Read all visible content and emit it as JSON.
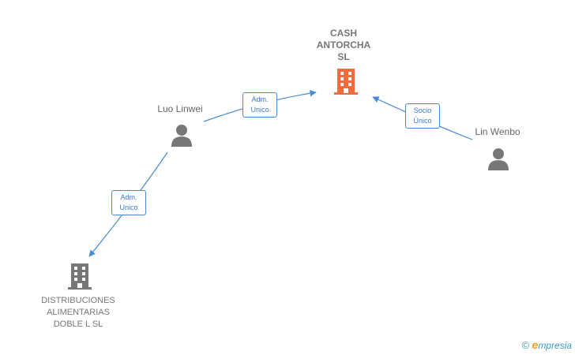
{
  "nodes": {
    "cash": {
      "label": "CASH\nANTORCHA\nSL",
      "type": "company",
      "color": "#f26b3a"
    },
    "luo": {
      "label": "Luo Linwei",
      "type": "person",
      "color": "#777777"
    },
    "lin": {
      "label": "Lin Wenbo",
      "type": "person",
      "color": "#777777"
    },
    "distrib": {
      "label": "DISTRIBUCIONES\nALIMENTARIAS\nDOBLE L  SL",
      "type": "company",
      "color": "#777777"
    }
  },
  "edges": {
    "luo_cash": "Adm.\nUnico",
    "lin_cash": "Socio\nÚnico",
    "luo_distrib": "Adm.\nUnico"
  },
  "colors": {
    "edge": "#4a8ad4",
    "accent_company": "#f26b3a",
    "neutral": "#777777"
  },
  "footer": {
    "copyright": "©",
    "brand_first": "e",
    "brand_rest": "mpresia"
  }
}
